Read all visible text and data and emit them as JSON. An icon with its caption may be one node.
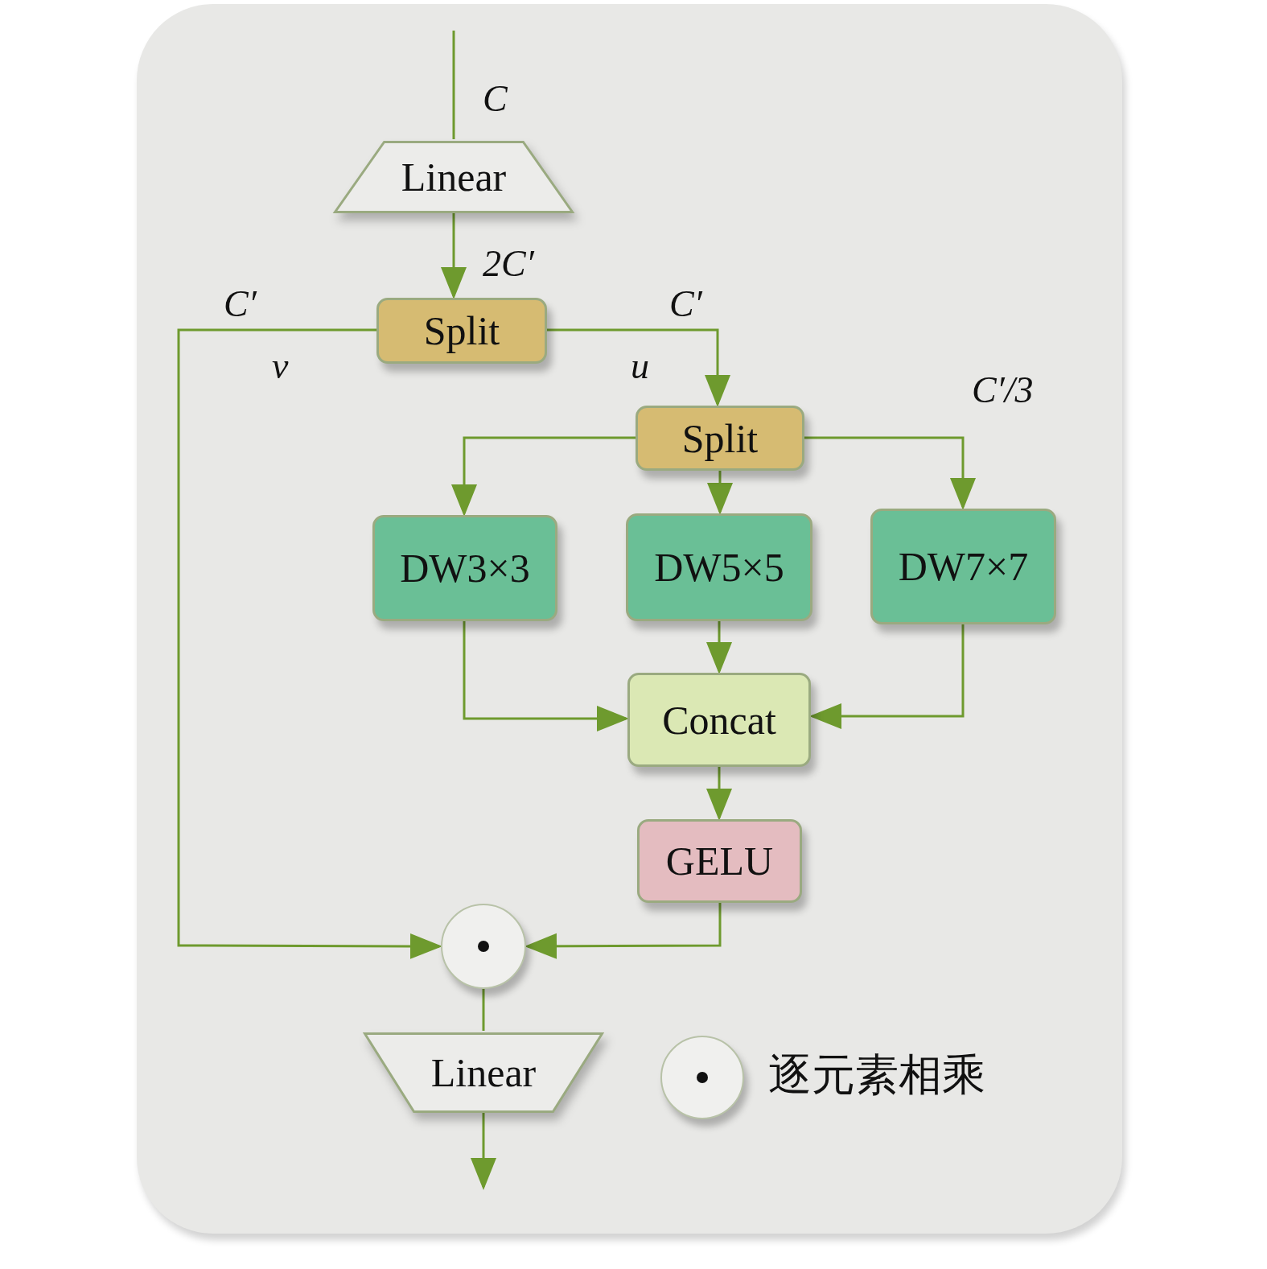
{
  "diagram": {
    "nodes": [
      {
        "text": [
          "Linear"
        ]
      },
      {
        "text": [
          "Split"
        ]
      },
      {
        "text": [
          "Split"
        ]
      },
      {
        "text": [
          "DW3×3"
        ]
      },
      {
        "text": [
          "DW5×5"
        ]
      },
      {
        "text": [
          "DW7×7"
        ]
      },
      {
        "text": [
          "Concat"
        ]
      },
      {
        "text": [
          "GELU"
        ]
      },
      {
        "text": [],
        "shape": "circle"
      },
      {
        "text": [
          "Linear"
        ]
      }
    ],
    "edges": [
      {
        "from": null,
        "to": 0,
        "arrow": "none",
        "label": "C"
      },
      {
        "from": 0,
        "to": 1,
        "arrow": "to",
        "label": "2C′"
      },
      {
        "from": 1,
        "to": 8,
        "arrow": "to",
        "label": "C′"
      },
      {
        "from": 1,
        "to": 2,
        "arrow": "to",
        "label": "C′"
      },
      {
        "from": 2,
        "to": 3,
        "arrow": "to"
      },
      {
        "from": 2,
        "to": 4,
        "arrow": "to"
      },
      {
        "from": 2,
        "to": 5,
        "arrow": "to",
        "label": "C′/3"
      },
      {
        "from": 3,
        "to": 6,
        "arrow": "to"
      },
      {
        "from": 4,
        "to": 6,
        "arrow": "to"
      },
      {
        "from": 5,
        "to": 6,
        "arrow": "to"
      },
      {
        "from": 6,
        "to": 7,
        "arrow": "to"
      },
      {
        "from": 7,
        "to": 8,
        "arrow": "to"
      },
      {
        "from": 8,
        "to": 9,
        "arrow": "none"
      },
      {
        "from": 9,
        "to": null,
        "arrow": "to"
      }
    ],
    "labels": [
      "v",
      "u"
    ],
    "legend": [
      {
        "text": "逐元素相乘"
      }
    ]
  }
}
